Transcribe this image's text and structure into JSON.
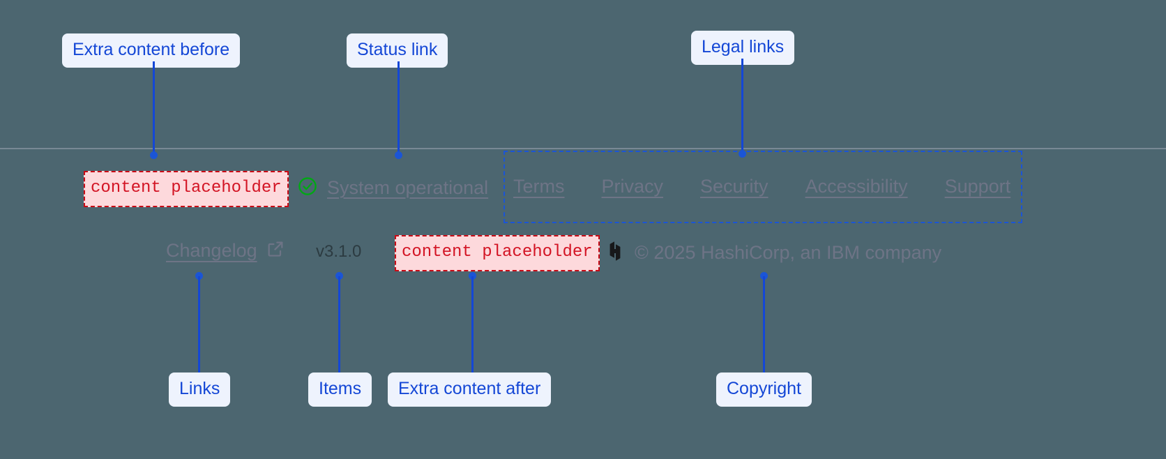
{
  "page": {
    "background_color": "#4c6670",
    "divider_color": "#bebecd"
  },
  "annotations": {
    "accent_color": "#1447d6",
    "pill_background": "#eef3fd",
    "items": [
      {
        "id": "extra-content-before",
        "label": "Extra content before"
      },
      {
        "id": "status-link",
        "label": "Status link"
      },
      {
        "id": "legal-links",
        "label": "Legal links"
      },
      {
        "id": "links",
        "label": "Links"
      },
      {
        "id": "items",
        "label": "Items"
      },
      {
        "id": "extra-content-after",
        "label": "Extra content after"
      },
      {
        "id": "copyright",
        "label": "Copyright"
      }
    ]
  },
  "footer": {
    "placeholder_before": {
      "text": "content placeholder",
      "text_color": "#d31424",
      "fill_color": "#fdd9dc",
      "border_color": "#c80b16"
    },
    "placeholder_after": {
      "text": "content placeholder",
      "text_color": "#d31424",
      "fill_color": "#fdd9dc",
      "border_color": "#c80b16"
    },
    "status": {
      "icon": "check-circle-icon",
      "icon_color": "#00a814",
      "label": "System operational"
    },
    "legal_links": [
      {
        "label": "Terms"
      },
      {
        "label": "Privacy"
      },
      {
        "label": "Security"
      },
      {
        "label": "Accessibility"
      },
      {
        "label": "Support"
      }
    ],
    "changelog": {
      "label": "Changelog",
      "icon": "external-link-icon"
    },
    "version": "v3.1.0",
    "copyright": {
      "logo": "hashicorp-logo",
      "text": "© 2025 HashiCorp, an IBM company"
    }
  }
}
